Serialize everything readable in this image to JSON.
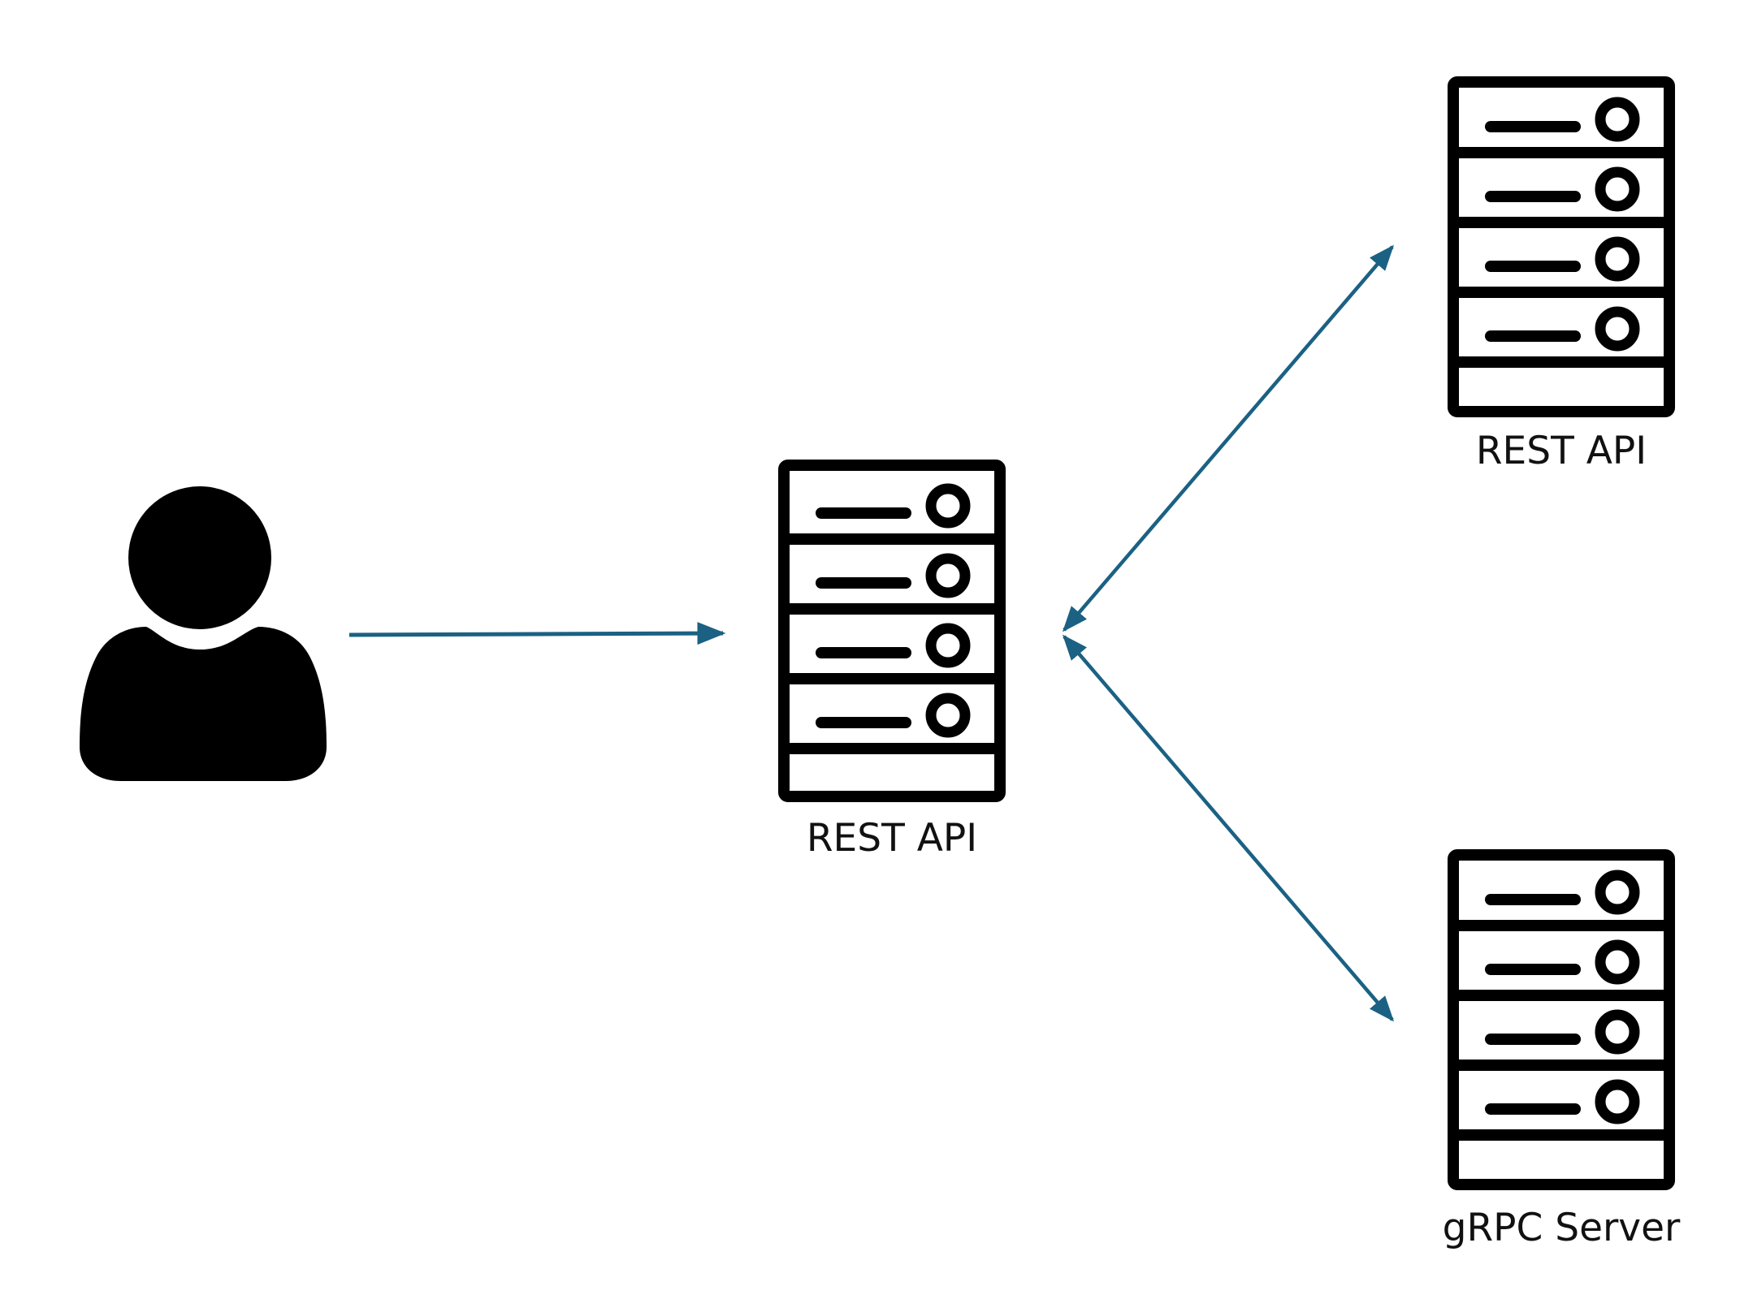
{
  "colors": {
    "background": "#ffffff",
    "icon": "#000000",
    "arrow": "#1b6183",
    "label": "#111111"
  },
  "nodes": {
    "client": {
      "icon": "user-icon",
      "label": ""
    },
    "gateway": {
      "icon": "server-rack-icon",
      "label": "REST API"
    },
    "rest_service": {
      "icon": "server-rack-icon",
      "label": "REST API"
    },
    "grpc_service": {
      "icon": "server-rack-icon",
      "label": "gRPC Server"
    }
  },
  "edges": [
    {
      "from": "client",
      "to": "gateway",
      "direction": "one-way"
    },
    {
      "from": "gateway",
      "to": "rest_service",
      "direction": "two-way"
    },
    {
      "from": "gateway",
      "to": "grpc_service",
      "direction": "two-way"
    }
  ]
}
